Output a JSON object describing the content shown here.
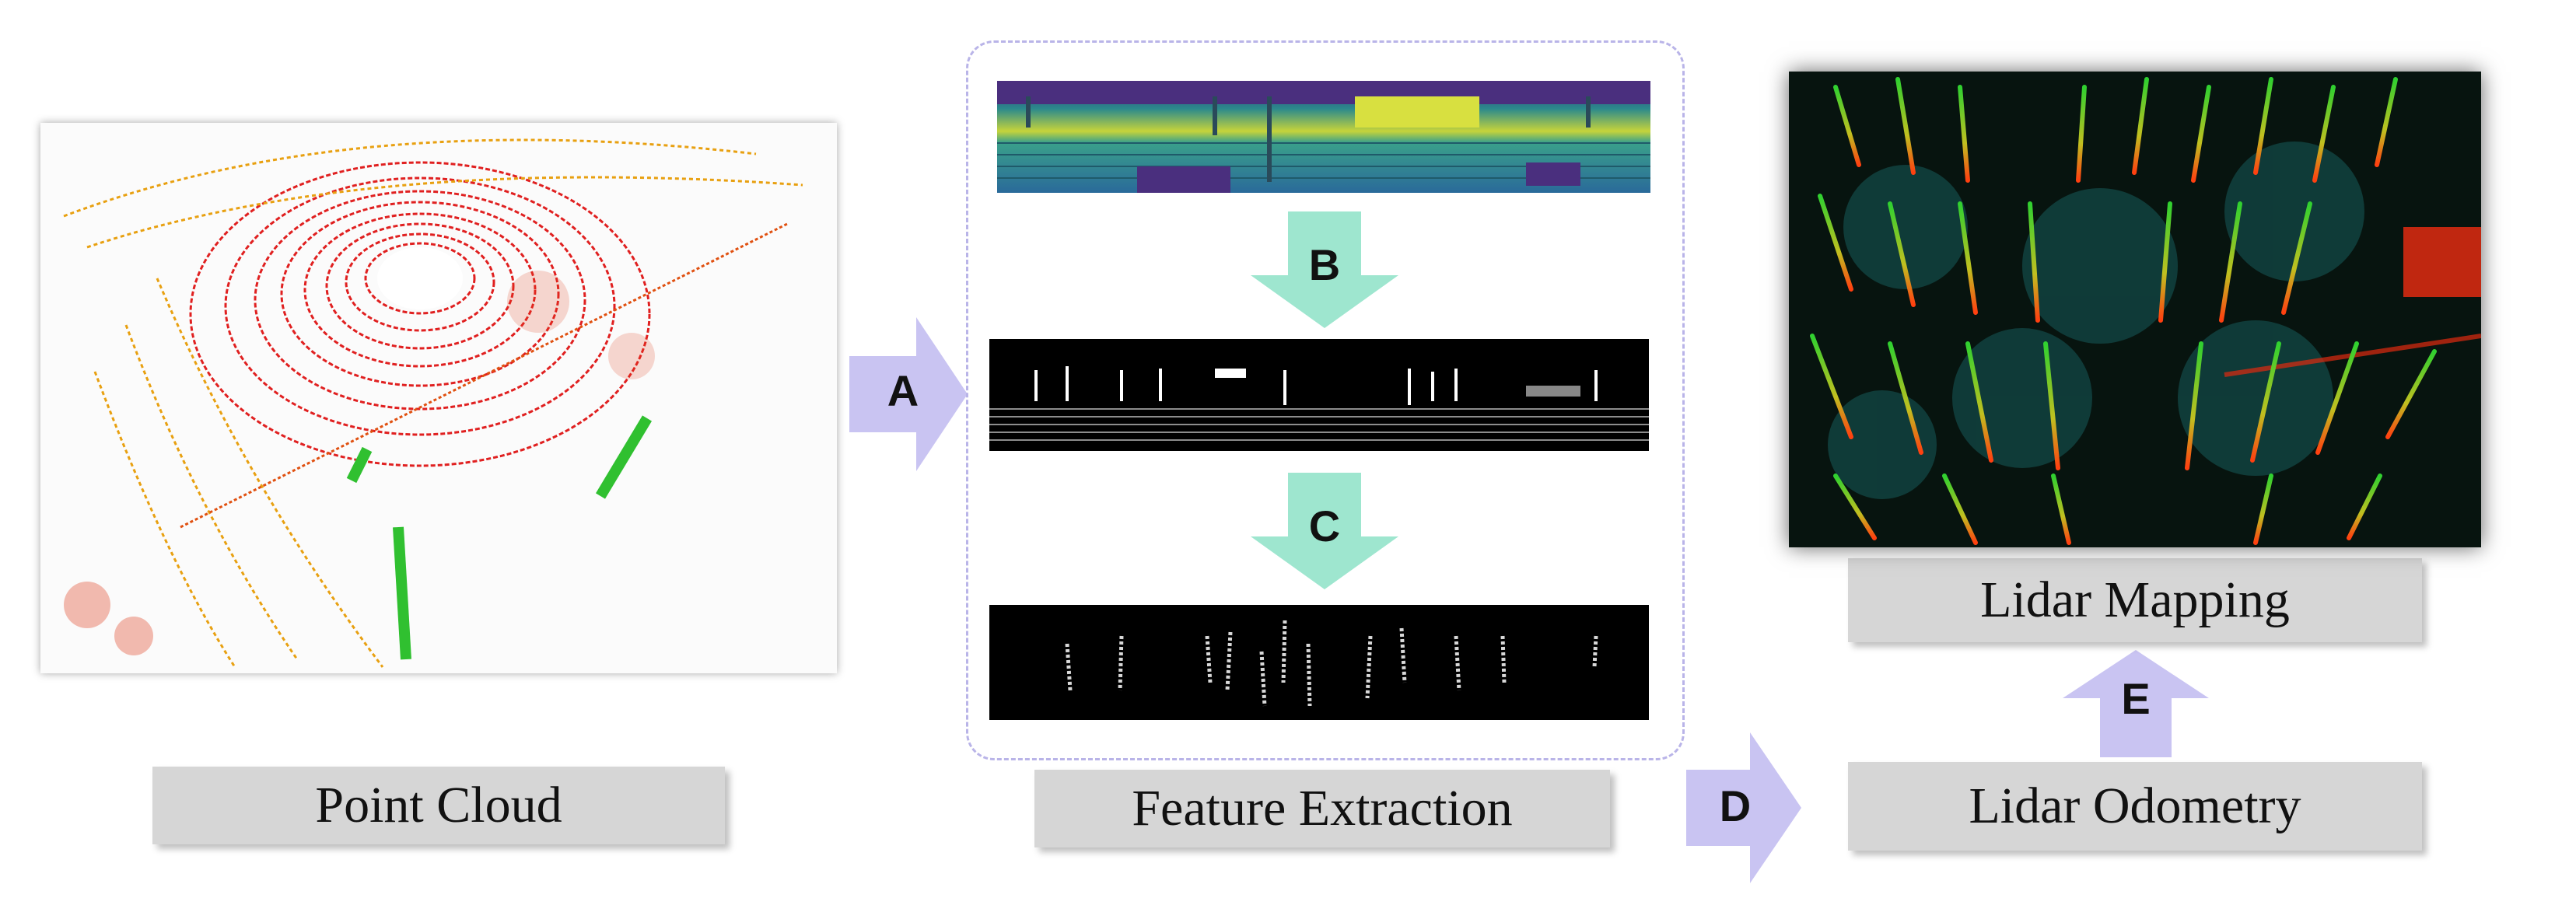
{
  "labels": {
    "point_cloud": "Point Cloud",
    "feature_extraction": "Feature Extraction",
    "lidar_odometry": "Lidar Odometry",
    "lidar_mapping": "Lidar Mapping"
  },
  "arrows": {
    "a": "A",
    "b": "B",
    "c": "C",
    "d": "D",
    "e": "E"
  },
  "colors": {
    "horizontal_arrow": "#c9c4f2",
    "vertical_green_arrow": "#9ee6cf",
    "vertical_purple_arrow": "#c9c4f2",
    "label_box": "#d6d6d6",
    "frame_dash": "#b9b4e8"
  }
}
